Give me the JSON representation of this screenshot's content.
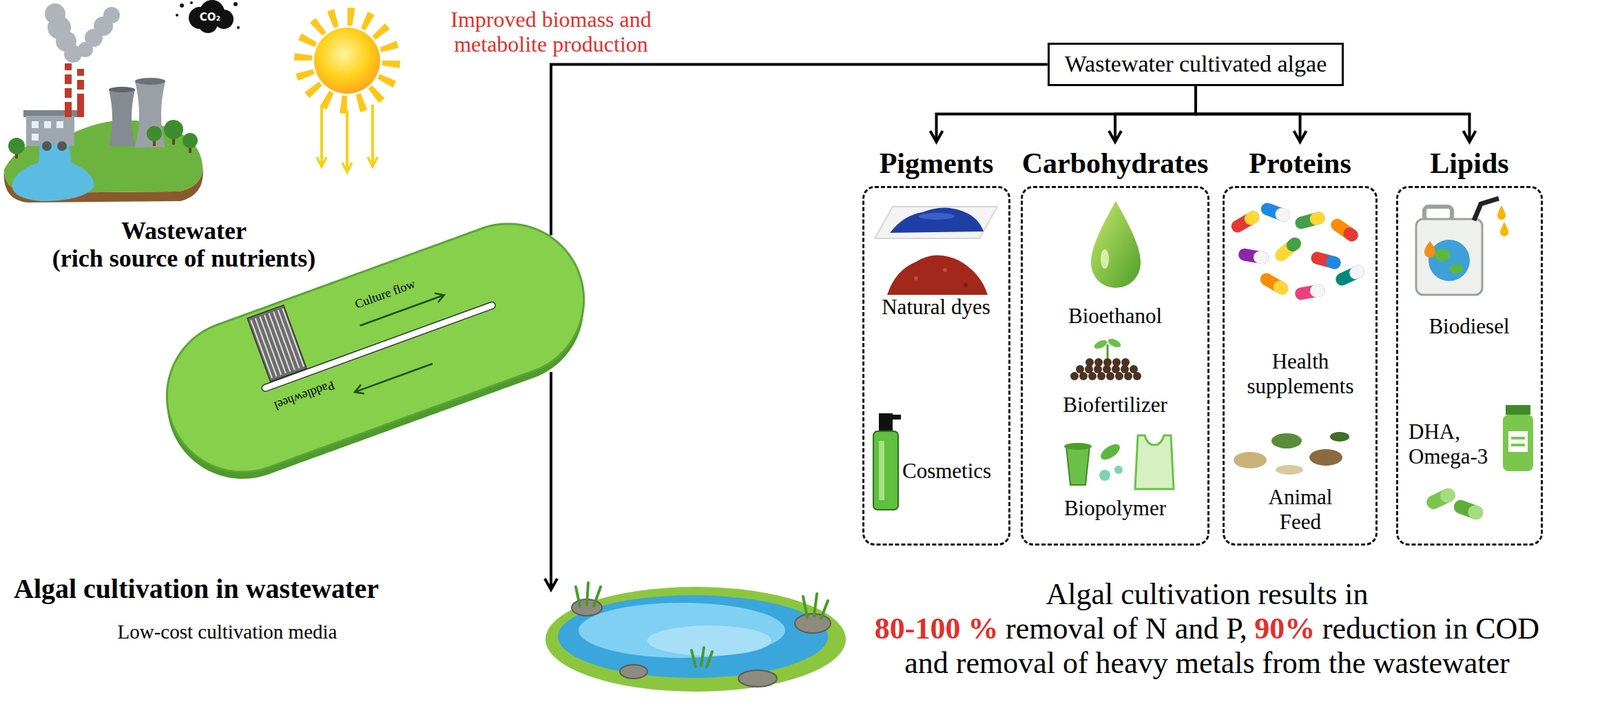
{
  "diagram": {
    "nodes": [
      {
        "text": [
          "Culture flow",
          "Paddlewheel",
          "Algal cultivation in wastewater",
          "Low-cost cultivation media"
        ]
      },
      {
        "text": [
          "Wastewater cultivated algae"
        ]
      },
      {
        "text": [
          "Pigments",
          "Natural dyes",
          "Cosmetics"
        ]
      },
      {
        "text": [
          "Carbohydrates",
          "Bioethanol",
          "Biofertilizer",
          "Biopolymer"
        ]
      },
      {
        "text": [
          "Proteins",
          "Health supplements",
          "Animal Feed"
        ]
      },
      {
        "text": [
          "Lipids",
          "Biodiesel",
          "DHA, Omega-3"
        ]
      }
    ],
    "edges": [
      {
        "from": 0,
        "to": 1,
        "label": "Improved biomass and metabolite production",
        "arrow": "none"
      },
      {
        "from": 1,
        "to": 2,
        "arrow": "to"
      },
      {
        "from": 1,
        "to": 3,
        "arrow": "to"
      },
      {
        "from": 1,
        "to": 4,
        "arrow": "to"
      },
      {
        "from": 1,
        "to": 5,
        "arrow": "to"
      }
    ],
    "labels": [
      "CO₂",
      "Wastewater",
      "(rich source of nutrients)",
      "Algal cultivation results in",
      "80-100 %",
      "removal of N and P,",
      "90%",
      "reduction in COD",
      "and removal of heavy metals from the wastewater"
    ]
  }
}
